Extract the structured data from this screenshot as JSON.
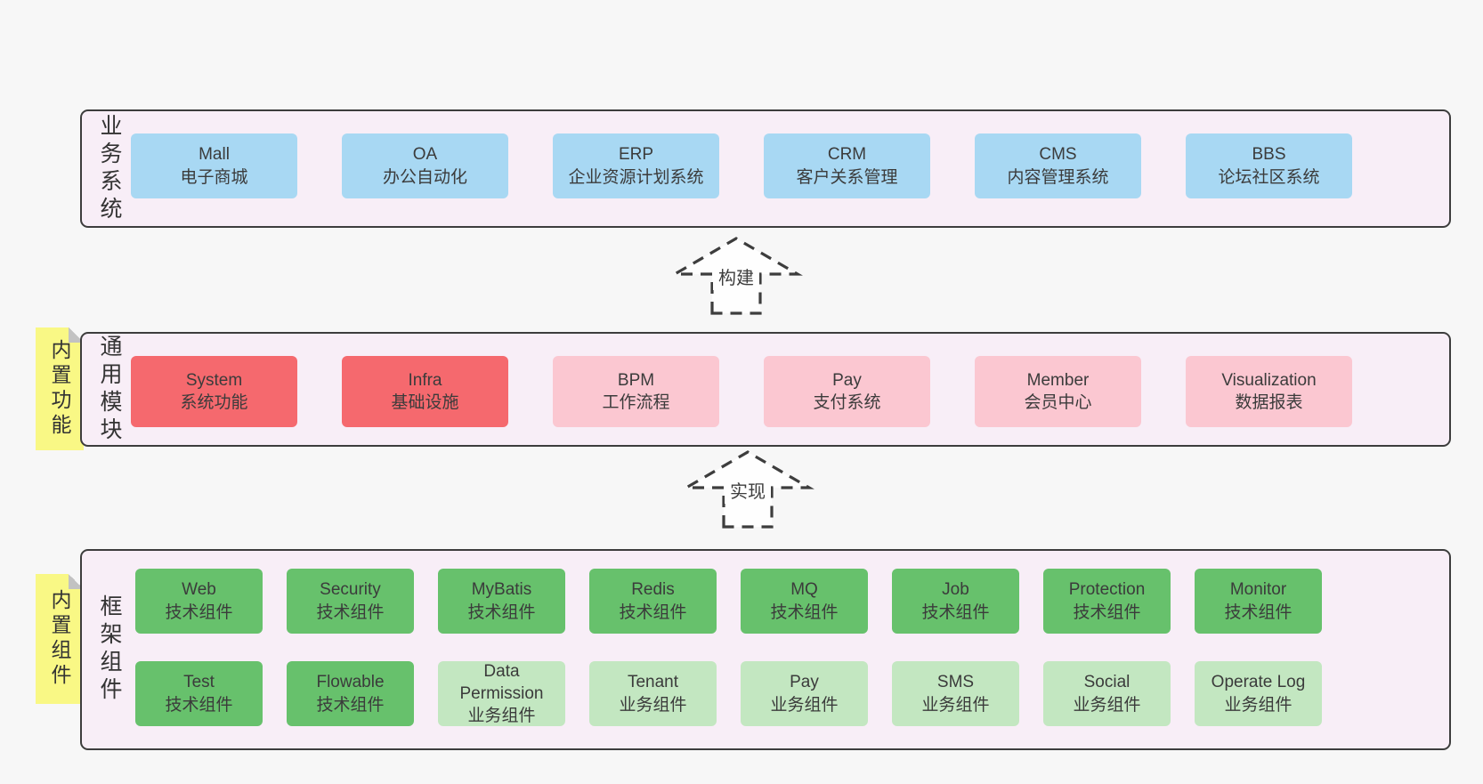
{
  "colors": {
    "page_bg": "#f7f7f7",
    "panel_bg": "#f8eef7",
    "panel_border": "#3d3d3d",
    "blue_box": "#a8d8f3",
    "red_box": "#f5696e",
    "pink_box": "#fbc7d1",
    "green_box": "#67c16c",
    "light_green_box": "#c3e7c1",
    "note_bg": "#f9f885",
    "note_fold": "#c2c2c2",
    "text": "#3b3b3b"
  },
  "business": {
    "label": "业务系统",
    "boxes": [
      {
        "title": "Mall",
        "subtitle": "电子商城"
      },
      {
        "title": "OA",
        "subtitle": "办公自动化"
      },
      {
        "title": "ERP",
        "subtitle": "企业资源计划系统"
      },
      {
        "title": "CRM",
        "subtitle": "客户关系管理"
      },
      {
        "title": "CMS",
        "subtitle": "内容管理系统"
      },
      {
        "title": "BBS",
        "subtitle": "论坛社区系统"
      }
    ]
  },
  "arrows": {
    "build": "构建",
    "implement": "实现"
  },
  "modules": {
    "label": "通用模块",
    "note": "内置功能",
    "boxes": [
      {
        "title": "System",
        "subtitle": "系统功能"
      },
      {
        "title": "Infra",
        "subtitle": "基础设施"
      },
      {
        "title": "BPM",
        "subtitle": "工作流程"
      },
      {
        "title": "Pay",
        "subtitle": "支付系统"
      },
      {
        "title": "Member",
        "subtitle": "会员中心"
      },
      {
        "title": "Visualization",
        "subtitle": "数据报表"
      }
    ]
  },
  "framework": {
    "label": "框架组件",
    "note": "内置组件",
    "row1": [
      {
        "title": "Web",
        "subtitle": "技术组件"
      },
      {
        "title": "Security",
        "subtitle": "技术组件"
      },
      {
        "title": "MyBatis",
        "subtitle": "技术组件"
      },
      {
        "title": "Redis",
        "subtitle": "技术组件"
      },
      {
        "title": "MQ",
        "subtitle": "技术组件"
      },
      {
        "title": "Job",
        "subtitle": "技术组件"
      },
      {
        "title": "Protection",
        "subtitle": "技术组件"
      },
      {
        "title": "Monitor",
        "subtitle": "技术组件"
      }
    ],
    "row2": [
      {
        "title": "Test",
        "subtitle": "技术组件"
      },
      {
        "title": "Flowable",
        "subtitle": "技术组件"
      },
      {
        "title": "Data Permission",
        "subtitle": "业务组件"
      },
      {
        "title": "Tenant",
        "subtitle": "业务组件"
      },
      {
        "title": "Pay",
        "subtitle": "业务组件"
      },
      {
        "title": "SMS",
        "subtitle": "业务组件"
      },
      {
        "title": "Social",
        "subtitle": "业务组件"
      },
      {
        "title": "Operate Log",
        "subtitle": "业务组件"
      }
    ]
  }
}
